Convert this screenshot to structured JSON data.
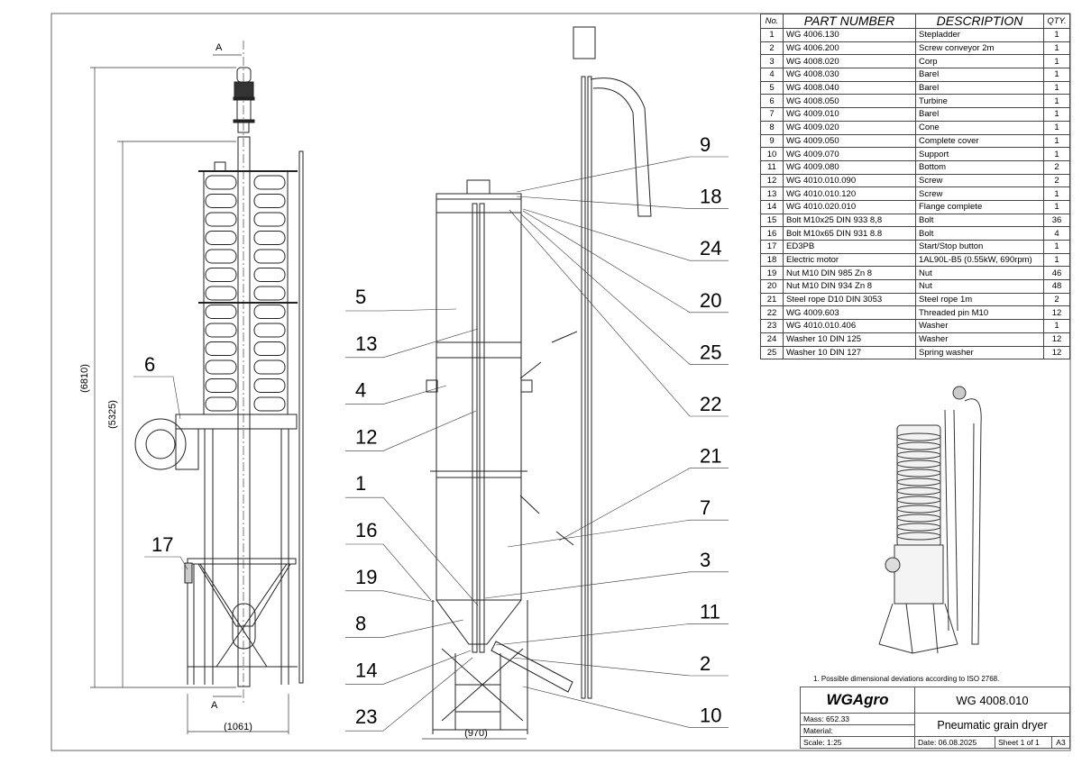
{
  "bom": {
    "headers": {
      "no": "No.",
      "part": "PART NUMBER",
      "desc": "DESCRIPTION",
      "qty": "QTY."
    },
    "rows": [
      {
        "no": "1",
        "part": "WG 4006.130",
        "desc": "Stepladder",
        "qty": "1"
      },
      {
        "no": "2",
        "part": "WG 4006.200",
        "desc": "Screw conveyor 2m",
        "qty": "1"
      },
      {
        "no": "3",
        "part": "WG 4008.020",
        "desc": "Corp",
        "qty": "1"
      },
      {
        "no": "4",
        "part": "WG 4008.030",
        "desc": "Barel",
        "qty": "1"
      },
      {
        "no": "5",
        "part": "WG 4008.040",
        "desc": "Barel",
        "qty": "1"
      },
      {
        "no": "6",
        "part": "WG 4008.050",
        "desc": "Turbine",
        "qty": "1"
      },
      {
        "no": "7",
        "part": "WG 4009.010",
        "desc": "Barel",
        "qty": "1"
      },
      {
        "no": "8",
        "part": "WG 4009.020",
        "desc": "Cone",
        "qty": "1"
      },
      {
        "no": "9",
        "part": "WG 4009.050",
        "desc": "Complete cover",
        "qty": "1"
      },
      {
        "no": "10",
        "part": "WG 4009.070",
        "desc": "Support",
        "qty": "1"
      },
      {
        "no": "11",
        "part": "WG 4009.080",
        "desc": "Bottom",
        "qty": "2"
      },
      {
        "no": "12",
        "part": "WG 4010.010.090",
        "desc": "Screw",
        "qty": "2"
      },
      {
        "no": "13",
        "part": "WG 4010.010.120",
        "desc": "Screw",
        "qty": "1"
      },
      {
        "no": "14",
        "part": "WG 4010.020.010",
        "desc": "Flange complete",
        "qty": "1"
      },
      {
        "no": "15",
        "part": "Bolt M10x25 DIN 933 8,8",
        "desc": "Bolt",
        "qty": "36"
      },
      {
        "no": "16",
        "part": "Bolt M10x65 DIN 931 8.8",
        "desc": "Bolt",
        "qty": "4"
      },
      {
        "no": "17",
        "part": "ED3PB",
        "desc": "Start/Stop button",
        "qty": "1"
      },
      {
        "no": "18",
        "part": "Electric motor",
        "desc": "1AL90L-B5 (0.55kW, 690rpm)",
        "qty": "1"
      },
      {
        "no": "19",
        "part": "Nut M10 DIN 985 Zn 8",
        "desc": "Nut",
        "qty": "46"
      },
      {
        "no": "20",
        "part": "Nut M10 DIN 934 Zn 8",
        "desc": "Nut",
        "qty": "48"
      },
      {
        "no": "21",
        "part": "Steel rope D10 DIN 3053",
        "desc": "Steel rope 1m",
        "qty": "2"
      },
      {
        "no": "22",
        "part": "WG 4009.603",
        "desc": "Threaded pin M10",
        "qty": "12"
      },
      {
        "no": "23",
        "part": "WG 4010.010.406",
        "desc": "Washer",
        "qty": "1"
      },
      {
        "no": "24",
        "part": "Washer 10 DIN 125",
        "desc": "Washer",
        "qty": "12"
      },
      {
        "no": "25",
        "part": "Washer 10 DIN 127",
        "desc": "Spring washer",
        "qty": "12"
      }
    ]
  },
  "note": "1. Possible dimensional deviations according to ISO 2768.",
  "title_block": {
    "company": "WGAgro",
    "drawing_number": "WG 4008.010",
    "mass": "Mass: 652.33",
    "material": "Material:",
    "title": "Pneumatic grain dryer",
    "scale": "Scale: 1:25",
    "date": "Date: 06.08.2025",
    "sheet": "Sheet 1 of 1",
    "format": "A3"
  },
  "dimensions": {
    "overall_height": "(6810)",
    "body_height": "(5325)",
    "left_width": "(1061)",
    "front_width": "(970)"
  },
  "section_marker": "A",
  "callouts": {
    "left_view": [
      "6",
      "17"
    ],
    "front_left": [
      "5",
      "13",
      "4",
      "12",
      "1",
      "16",
      "19",
      "8",
      "14",
      "23"
    ],
    "front_right": [
      "9",
      "18",
      "24",
      "20",
      "25",
      "22",
      "21",
      "7",
      "3",
      "11",
      "2",
      "10"
    ]
  }
}
